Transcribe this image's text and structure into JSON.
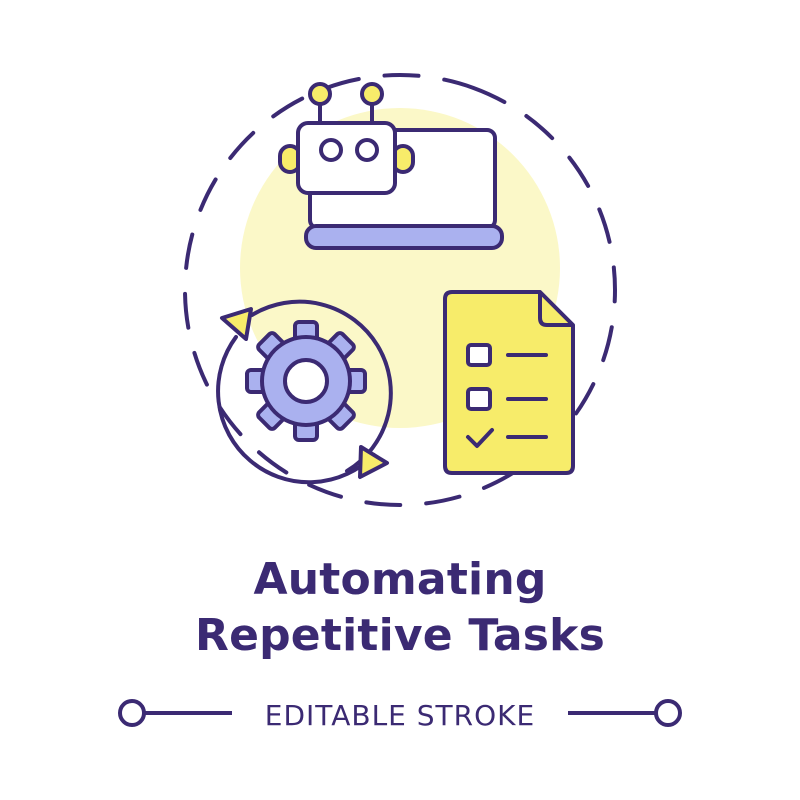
{
  "title": {
    "line1": "Automating",
    "line2": "Repetitive Tasks"
  },
  "footer": {
    "label": "EDITABLE STROKE"
  },
  "colors": {
    "stroke": "#3b2a73",
    "accent_yellow": "#f7ec6a",
    "accent_purple": "#aab1ef",
    "background_blob": "#fbf8c8",
    "background": "#ffffff"
  },
  "icons": [
    "robot-icon",
    "laptop-icon",
    "gear-icon",
    "refresh-arrows-icon",
    "checklist-document-icon"
  ]
}
